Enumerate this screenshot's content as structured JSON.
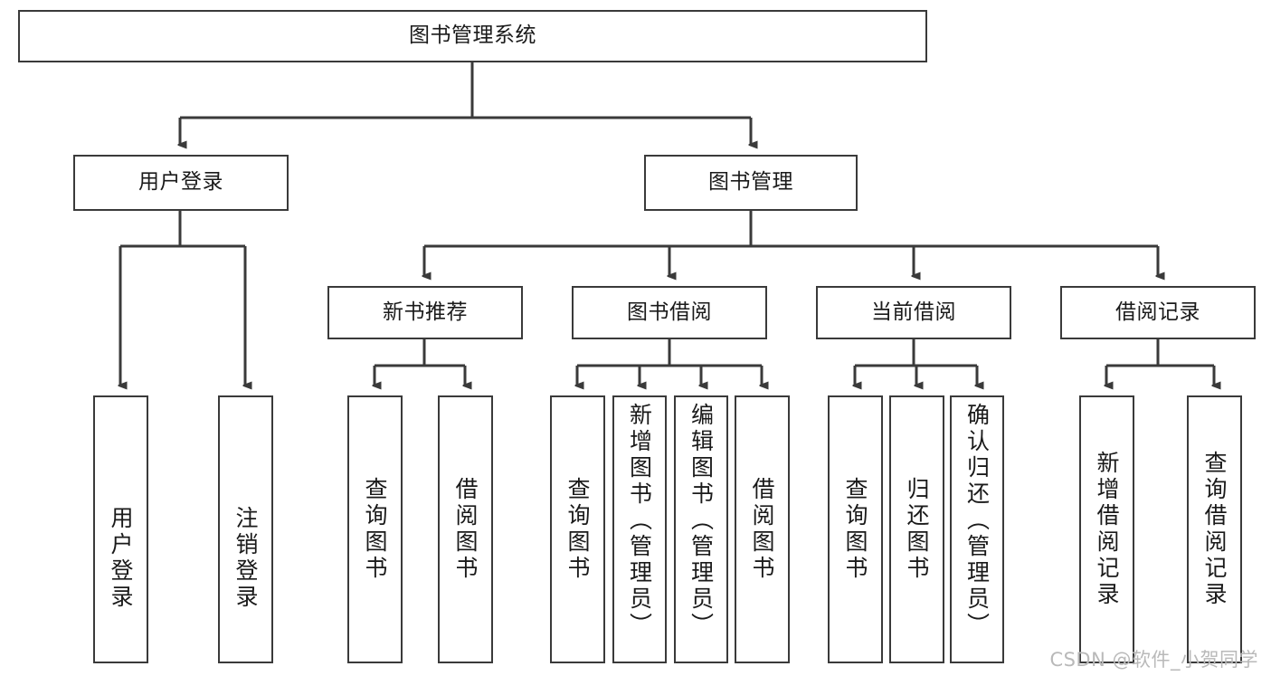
{
  "diagram": {
    "type": "tree",
    "title": "图书管理系统",
    "watermark": "CSDN @软件_小贺同学",
    "colors": {
      "box_border": "#3a3a3a",
      "box_fill": "#ffffff",
      "connector": "#3a3a3a",
      "text": "#1a1a1a",
      "watermark": "#b9b9b9"
    },
    "root": {
      "id": "root",
      "label": "图书管理系统"
    },
    "level1": [
      {
        "id": "login",
        "label": "用户登录"
      },
      {
        "id": "bookmgmt",
        "label": "图书管理"
      }
    ],
    "level2": [
      {
        "id": "newbook",
        "label": "新书推荐",
        "parent": "bookmgmt"
      },
      {
        "id": "borrow",
        "label": "图书借阅",
        "parent": "bookmgmt"
      },
      {
        "id": "current",
        "label": "当前借阅",
        "parent": "bookmgmt"
      },
      {
        "id": "records",
        "label": "借阅记录",
        "parent": "bookmgmt"
      }
    ],
    "leaves": [
      {
        "id": "leaf-user-login",
        "label": "用户登录",
        "parent": "login"
      },
      {
        "id": "leaf-user-logout",
        "label": "注销登录",
        "parent": "login"
      },
      {
        "id": "leaf-query-book-1",
        "label": "查询图书",
        "parent": "newbook"
      },
      {
        "id": "leaf-borrow-book-1",
        "label": "借阅图书",
        "parent": "newbook"
      },
      {
        "id": "leaf-query-book-2",
        "label": "查询图书",
        "parent": "borrow"
      },
      {
        "id": "leaf-add-book",
        "label": "新增图书（管理员）",
        "parent": "borrow"
      },
      {
        "id": "leaf-edit-book",
        "label": "编辑图书（管理员）",
        "parent": "borrow"
      },
      {
        "id": "leaf-borrow-book-2",
        "label": "借阅图书",
        "parent": "borrow"
      },
      {
        "id": "leaf-query-book-3",
        "label": "查询图书",
        "parent": "current"
      },
      {
        "id": "leaf-return-book",
        "label": "归还图书",
        "parent": "current"
      },
      {
        "id": "leaf-confirm-return",
        "label": "确认归还（管理员）",
        "parent": "current"
      },
      {
        "id": "leaf-add-record",
        "label": "新增借阅记录",
        "parent": "records"
      },
      {
        "id": "leaf-query-record",
        "label": "查询借阅记录",
        "parent": "records"
      }
    ]
  }
}
